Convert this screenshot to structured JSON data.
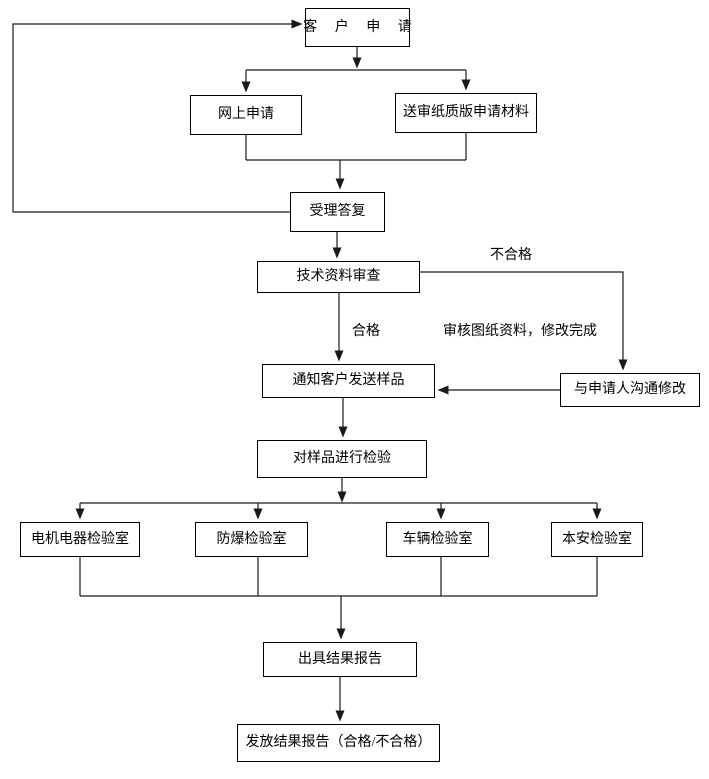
{
  "diagram": {
    "nodes": {
      "customer_apply": "客 户 申 请",
      "online_apply": "网上申请",
      "paper_apply": "送审纸质版申请材料",
      "accept_reply": "受理答复",
      "tech_review": "技术资料审查",
      "notify_sample": "通知客户发送样品",
      "communicate_modify": "与申请人沟通修改",
      "inspect_sample": "对样品进行检验",
      "lab_motor_electric": "电机电器检验室",
      "lab_explosion_proof": "防爆检验室",
      "lab_vehicle": "车辆检验室",
      "lab_intrinsic_safety": "本安检验室",
      "issue_report": "出具结果报告",
      "release_report": "发放结果报告（合格/不合格）"
    },
    "edge_labels": {
      "unqualified": "不合格",
      "qualified": "合格",
      "review_note": "审核图纸资料，修改完成"
    },
    "colors": {
      "line": "#1a1a1a",
      "box_border": "#000000",
      "background": "#ffffff",
      "text": "#000000"
    }
  }
}
